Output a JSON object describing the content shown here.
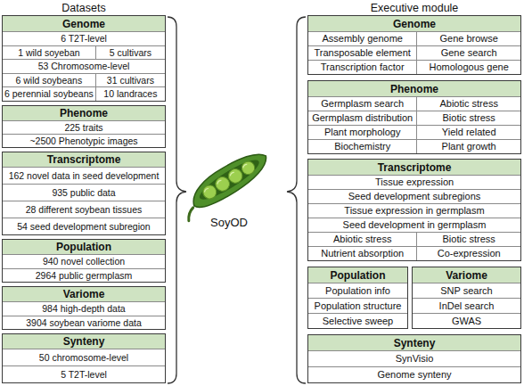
{
  "diagram": {
    "nodes": [
      {
        "text": [
          "Genome"
        ]
      },
      {
        "text": [
          "6 T2T-level"
        ],
        "in": 0
      },
      {
        "text": [
          "1 wild soyeban"
        ],
        "in": 0
      },
      {
        "text": [
          "5 cultivars"
        ],
        "in": 0
      },
      {
        "text": [
          "53 Chromosome-level"
        ],
        "in": 0
      },
      {
        "text": [
          "6 wild soybeans"
        ],
        "in": 0
      },
      {
        "text": [
          "31 cultivars"
        ],
        "in": 0
      },
      {
        "text": [
          "6 perennial soybeans"
        ],
        "in": 0
      },
      {
        "text": [
          "10 landraces"
        ],
        "in": 0
      },
      {
        "text": [
          "Phenome"
        ]
      },
      {
        "text": [
          "225 traits"
        ],
        "in": 9
      },
      {
        "text": [
          "~2500 Phenotypic images"
        ],
        "in": 9
      },
      {
        "text": [
          "Transcriptome"
        ]
      },
      {
        "text": [
          "162 novel data in seed development"
        ],
        "in": 12
      },
      {
        "text": [
          "935 public data"
        ],
        "in": 12
      },
      {
        "text": [
          "28 different soybean tissues"
        ],
        "in": 12
      },
      {
        "text": [
          "54 seed development subregion"
        ],
        "in": 12
      },
      {
        "text": [
          "Population"
        ]
      },
      {
        "text": [
          "940 novel collection"
        ],
        "in": 17
      },
      {
        "text": [
          "2964 public germplasm"
        ],
        "in": 17
      },
      {
        "text": [
          "Variome"
        ]
      },
      {
        "text": [
          "984 high-depth data"
        ],
        "in": 20
      },
      {
        "text": [
          "3904 soybean variome data"
        ],
        "in": 20
      },
      {
        "text": [
          "Synteny"
        ]
      },
      {
        "text": [
          "50 chromosome-level"
        ],
        "in": 23
      },
      {
        "text": [
          "5 T2T-level"
        ],
        "in": 23
      },
      {
        "text": [
          "Genome"
        ]
      },
      {
        "text": [
          "Assembly genome"
        ],
        "in": 26
      },
      {
        "text": [
          "Gene browse"
        ],
        "in": 26
      },
      {
        "text": [
          "Transposable element"
        ],
        "in": 26
      },
      {
        "text": [
          "Gene search"
        ],
        "in": 26
      },
      {
        "text": [
          "Transcription factor"
        ],
        "in": 26
      },
      {
        "text": [
          "Homologous gene"
        ],
        "in": 26
      },
      {
        "text": [
          "Phenome"
        ]
      },
      {
        "text": [
          "Germplasm search"
        ],
        "in": 33
      },
      {
        "text": [
          "Abiotic stress"
        ],
        "in": 33
      },
      {
        "text": [
          "Germplasm distribution"
        ],
        "in": 33
      },
      {
        "text": [
          "Biotic stress"
        ],
        "in": 33
      },
      {
        "text": [
          "Plant morphology"
        ],
        "in": 33
      },
      {
        "text": [
          "Yield related"
        ],
        "in": 33
      },
      {
        "text": [
          "Biochemistry"
        ],
        "in": 33
      },
      {
        "text": [
          "Plant growth"
        ],
        "in": 33
      },
      {
        "text": [
          "Transcriptome"
        ]
      },
      {
        "text": [
          "Tissue expression"
        ],
        "in": 42
      },
      {
        "text": [
          "Seed development subregions"
        ],
        "in": 42
      },
      {
        "text": [
          "Tissue expression in germplasm"
        ],
        "in": 42
      },
      {
        "text": [
          "Seed development in germplasm"
        ],
        "in": 42
      },
      {
        "text": [
          "Abiotic stress"
        ],
        "in": 42
      },
      {
        "text": [
          "Biotic stress"
        ],
        "in": 42
      },
      {
        "text": [
          "Nutrient absorption"
        ],
        "in": 42
      },
      {
        "text": [
          "Co-expression"
        ],
        "in": 42
      },
      {
        "text": [
          "Population"
        ]
      },
      {
        "text": [
          "Population info"
        ],
        "in": 51
      },
      {
        "text": [
          "Population structure"
        ],
        "in": 51
      },
      {
        "text": [
          "Selective sweep"
        ],
        "in": 51
      },
      {
        "text": [
          "Variome"
        ]
      },
      {
        "text": [
          "SNP search"
        ],
        "in": 55
      },
      {
        "text": [
          "InDel search"
        ],
        "in": 55
      },
      {
        "text": [
          "GWAS"
        ],
        "in": 55
      },
      {
        "text": [
          "Synteny"
        ]
      },
      {
        "text": [
          "SynVisio"
        ],
        "in": 59
      },
      {
        "text": [
          "Genome synteny"
        ],
        "in": 59
      }
    ],
    "labels": [
      "Datasets",
      "Executive module",
      "SoyOD"
    ]
  }
}
